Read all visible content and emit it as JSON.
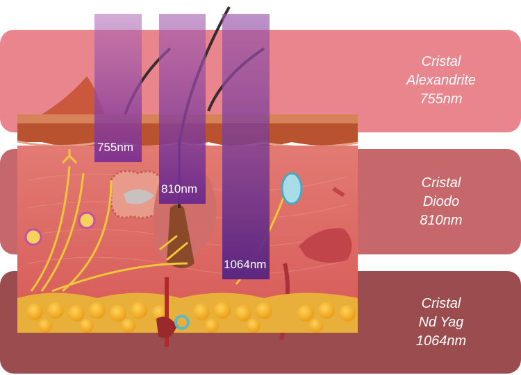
{
  "bands": [
    {
      "line1": "Cristal",
      "line2": "Alexandrite",
      "line3": "755nm",
      "color": "#e8858d"
    },
    {
      "line1": "Cristal",
      "line2": "Diodo",
      "line3": "810nm",
      "color": "#c5676b"
    },
    {
      "line1": "Cristal",
      "line2": "Nd Yag",
      "line3": "1064nm",
      "color": "#9a4c4e"
    }
  ],
  "beams": [
    {
      "label": "755nm",
      "color": "#8b3fa0"
    },
    {
      "label": "810nm",
      "color": "#7a3496"
    },
    {
      "label": "1064nm",
      "color": "#6a2c8c"
    }
  ]
}
